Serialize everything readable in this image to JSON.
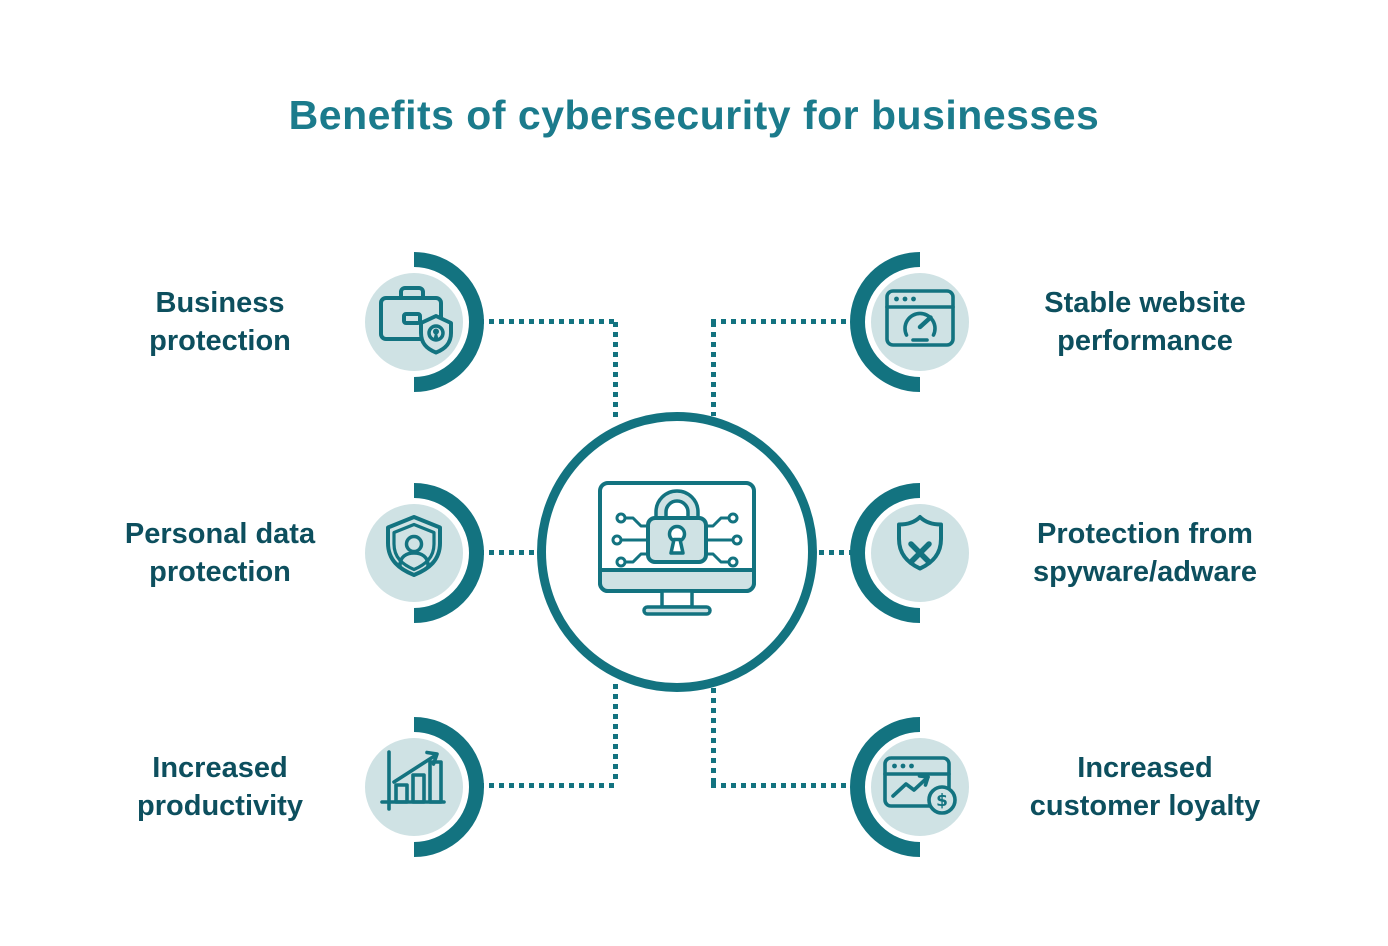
{
  "title": "Benefits of cybersecurity for businesses",
  "colors": {
    "accent": "#137380",
    "title_text": "#1b7b8c",
    "label_text": "#0d4f5e",
    "icon_background": "#cfe2e4",
    "page_background": "#ffffff"
  },
  "center": {
    "icon": "secured-computer-lock-icon"
  },
  "items": [
    {
      "id": "business-protection",
      "label": "Business\nprotection",
      "icon": "briefcase-shield-icon",
      "side": "left"
    },
    {
      "id": "personal-data-protection",
      "label": "Personal data\nprotection",
      "icon": "shield-user-icon",
      "side": "left"
    },
    {
      "id": "increased-productivity",
      "label": "Increased\nproductivity",
      "icon": "bar-chart-growth-icon",
      "side": "left"
    },
    {
      "id": "stable-website-performance",
      "label": "Stable website\nperformance",
      "icon": "browser-speedometer-icon",
      "side": "right"
    },
    {
      "id": "protection-from-spyware-adware",
      "label": "Protection from\nspyware/adware",
      "icon": "shield-x-icon",
      "side": "right"
    },
    {
      "id": "increased-customer-loyalty",
      "label": "Increased\ncustomer loyalty",
      "icon": "browser-chart-dollar-icon",
      "side": "right"
    }
  ]
}
